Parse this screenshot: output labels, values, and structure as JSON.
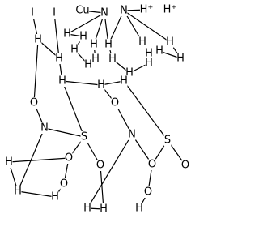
{
  "molecule": {
    "atom_labels": [
      {
        "id": "I1",
        "text": "I"
      },
      {
        "id": "I2",
        "text": "I"
      },
      {
        "id": "Cu",
        "text": "Cu"
      },
      {
        "id": "N1",
        "text": "N"
      },
      {
        "id": "N2",
        "text": "N"
      },
      {
        "id": "Hp1",
        "text": "H⁺"
      },
      {
        "id": "Hp2",
        "text": "H⁺"
      },
      {
        "id": "H1",
        "text": "H"
      },
      {
        "id": "H2",
        "text": "H"
      },
      {
        "id": "H3",
        "text": "H"
      },
      {
        "id": "H4",
        "text": "H"
      },
      {
        "id": "H5",
        "text": "H"
      },
      {
        "id": "H6",
        "text": "H"
      },
      {
        "id": "H7",
        "text": "H"
      },
      {
        "id": "H8",
        "text": "H"
      },
      {
        "id": "H9",
        "text": "H"
      },
      {
        "id": "H10",
        "text": "H"
      },
      {
        "id": "H11",
        "text": "H"
      },
      {
        "id": "H12",
        "text": "H"
      },
      {
        "id": "H13",
        "text": "H"
      },
      {
        "id": "H14",
        "text": "H"
      },
      {
        "id": "H15",
        "text": "H"
      },
      {
        "id": "H16",
        "text": "H"
      },
      {
        "id": "H17",
        "text": "H"
      },
      {
        "id": "H18",
        "text": "H"
      },
      {
        "id": "H19",
        "text": "H"
      },
      {
        "id": "H20",
        "text": "H"
      },
      {
        "id": "O1",
        "text": "O"
      },
      {
        "id": "O2",
        "text": "O"
      },
      {
        "id": "Nring1",
        "text": "N"
      },
      {
        "id": "Nring2",
        "text": "N"
      },
      {
        "id": "S1",
        "text": "S"
      },
      {
        "id": "S2",
        "text": "S"
      },
      {
        "id": "O3",
        "text": "O"
      },
      {
        "id": "O4",
        "text": "O"
      },
      {
        "id": "O5",
        "text": "O"
      },
      {
        "id": "O6",
        "text": "O"
      },
      {
        "id": "O7",
        "text": "O"
      },
      {
        "id": "O8",
        "text": "O"
      },
      {
        "id": "H21",
        "text": "H"
      },
      {
        "id": "H22",
        "text": "H"
      },
      {
        "id": "H23",
        "text": "H"
      },
      {
        "id": "H24",
        "text": "H"
      },
      {
        "id": "H25",
        "text": "H"
      },
      {
        "id": "H26",
        "text": "H"
      }
    ]
  }
}
